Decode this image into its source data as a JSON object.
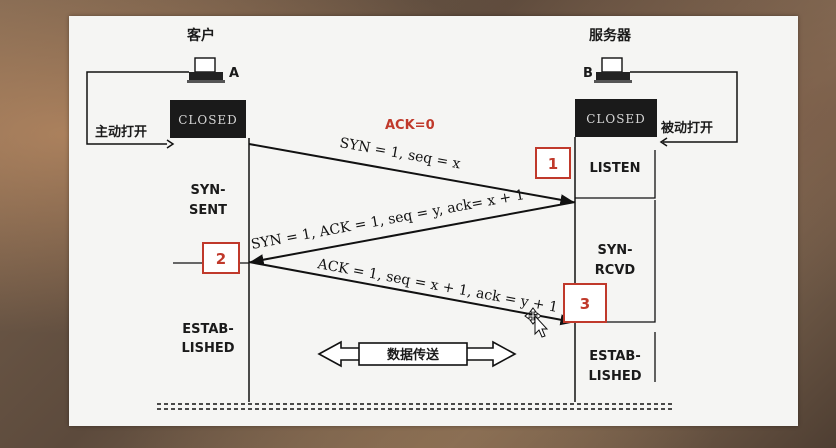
{
  "client": {
    "title": "客户",
    "id": "A",
    "action": "主动打开",
    "initial_state": "CLOSED"
  },
  "server": {
    "title": "服务器",
    "id": "B",
    "action": "被动打开",
    "initial_state": "CLOSED"
  },
  "client_states": {
    "syn_sent_1": "SYN-",
    "syn_sent_2": "SENT",
    "established_1": "ESTAB-",
    "established_2": "LISHED"
  },
  "server_states": {
    "listen": "LISTEN",
    "syn_rcvd_1": "SYN-",
    "syn_rcvd_2": "RCVD",
    "established_1": "ESTAB-",
    "established_2": "LISHED"
  },
  "annotation": "ACK=0",
  "messages": {
    "m1": "SYN = 1, seq = x",
    "m2": "SYN = 1, ACK = 1, seq = y, ack= x + 1",
    "m3": "ACK = 1, seq = x + 1, ack = y + 1"
  },
  "steps": {
    "s1": "1",
    "s2": "2",
    "s3": "3"
  },
  "data_transfer": "数据传送",
  "colors": {
    "accent": "#c0392b",
    "ink": "#111111",
    "state_box": "#1a1a1a"
  }
}
